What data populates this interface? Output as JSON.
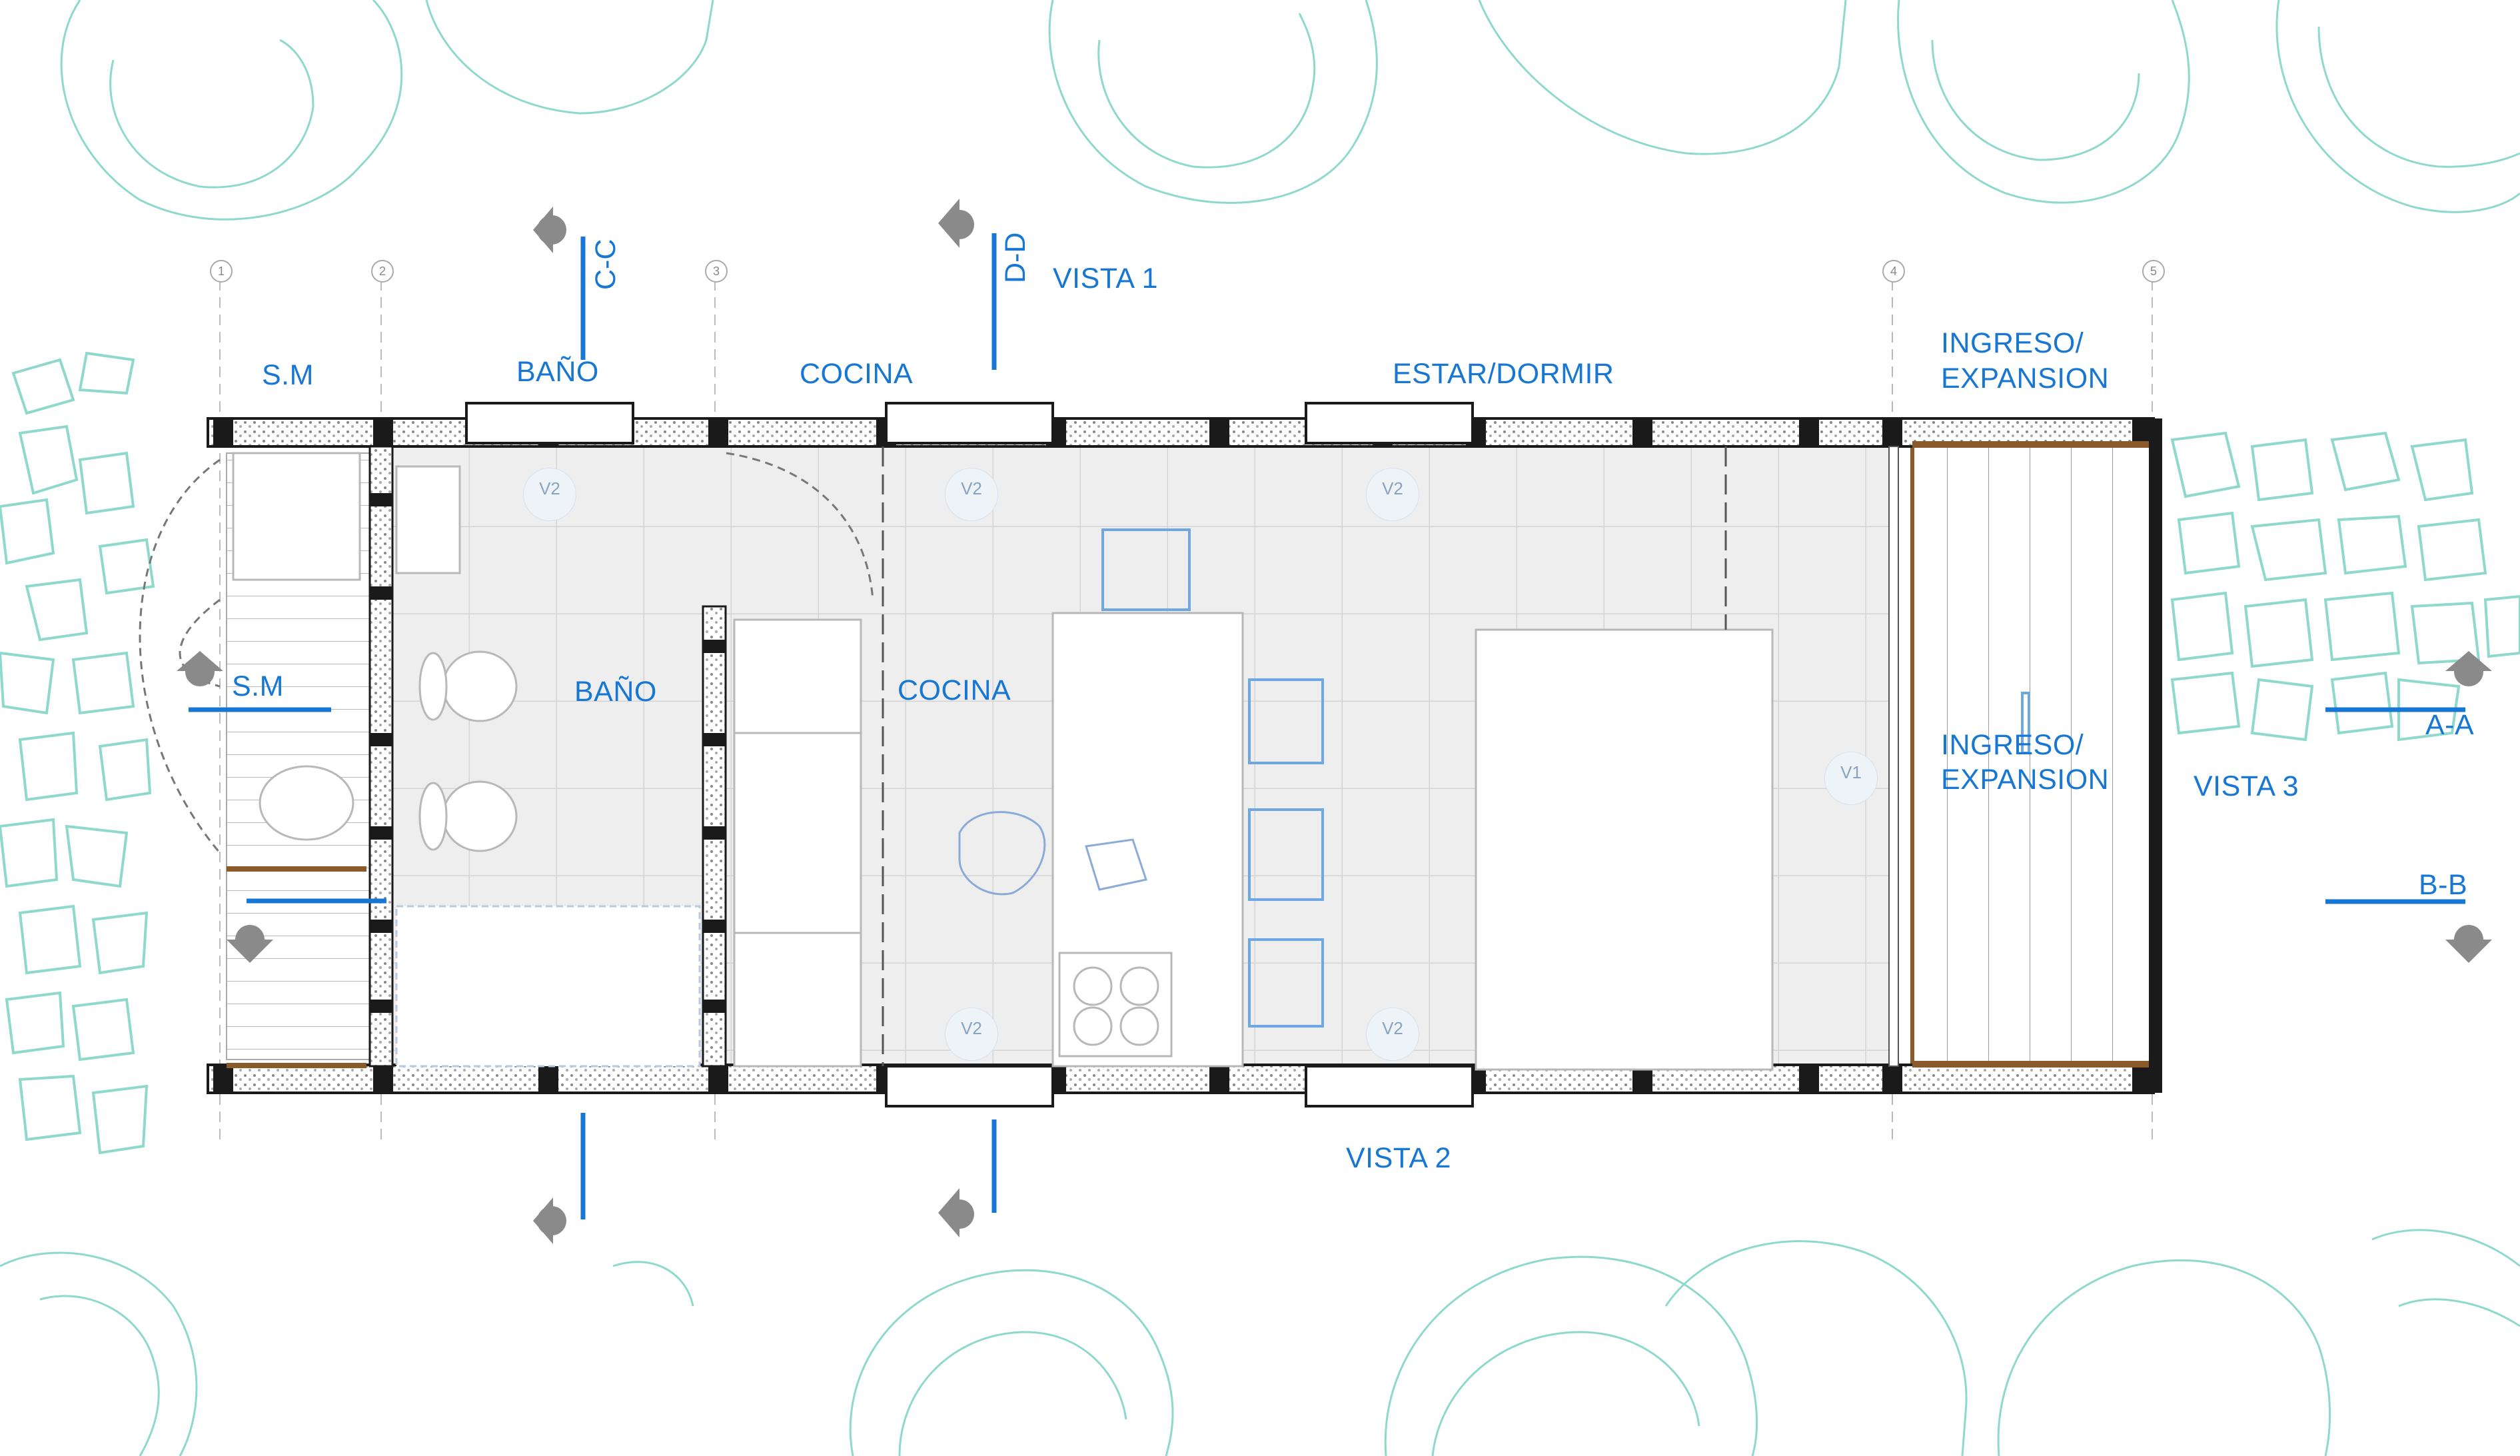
{
  "title": "",
  "axes": [
    "1",
    "2",
    "3",
    "4",
    "5"
  ],
  "section_cuts": {
    "cc": "C-C",
    "dd": "D-D",
    "aa": "A-A",
    "bb": "B-B"
  },
  "views": {
    "v1": "VISTA 1",
    "v2": "VISTA 2",
    "v3": "VISTA 3"
  },
  "top_room_labels": {
    "sm": "S.M",
    "bano": "BAÑO",
    "cocina": "COCINA",
    "estar": "ESTAR/DORMIR",
    "ingreso_1": "INGRESO/",
    "ingreso_2": "EXPANSION"
  },
  "interior_labels": {
    "sm": "S.M",
    "bano": "BAÑO",
    "cocina": "COCINA",
    "ingreso_1": "INGRESO/",
    "ingreso_2": "EXPANSION"
  },
  "window_tags": {
    "v2": "V2",
    "v1": "V1"
  },
  "colors": {
    "accent": "#1877d2",
    "landscape": "#8fd9cc",
    "wall": "#1a1a1a",
    "floor": "#eeeeee",
    "grid": "#d9d9d9",
    "wood": "#8b5a2b"
  }
}
